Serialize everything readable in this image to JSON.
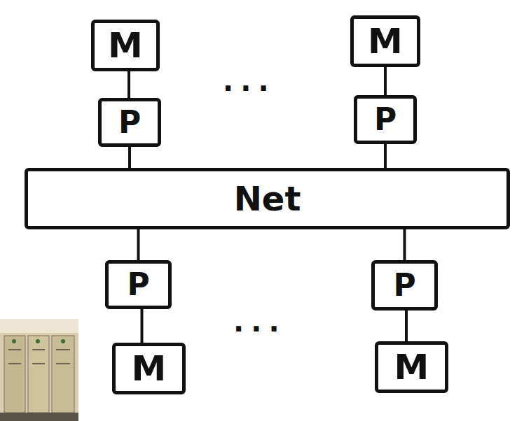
{
  "diagram": {
    "nodes": [
      {
        "text": [
          "M"
        ]
      },
      {
        "text": [
          "M"
        ]
      },
      {
        "text": [
          "P"
        ]
      },
      {
        "text": [
          "P"
        ]
      },
      {
        "text": [
          "Net"
        ]
      },
      {
        "text": [
          "P"
        ]
      },
      {
        "text": [
          "P"
        ]
      },
      {
        "text": [
          "M"
        ]
      },
      {
        "text": [
          "M"
        ]
      }
    ],
    "edges": [
      {
        "from": 0,
        "to": 2,
        "arrow": "none"
      },
      {
        "from": 1,
        "to": 3,
        "arrow": "none"
      },
      {
        "from": 2,
        "to": 4,
        "arrow": "none"
      },
      {
        "from": 3,
        "to": 4,
        "arrow": "none"
      },
      {
        "from": 4,
        "to": 5,
        "arrow": "none"
      },
      {
        "from": 4,
        "to": 6,
        "arrow": "none"
      },
      {
        "from": 5,
        "to": 7,
        "arrow": "none"
      },
      {
        "from": 6,
        "to": 8,
        "arrow": "none"
      }
    ],
    "labels": [
      "...",
      "..."
    ]
  }
}
